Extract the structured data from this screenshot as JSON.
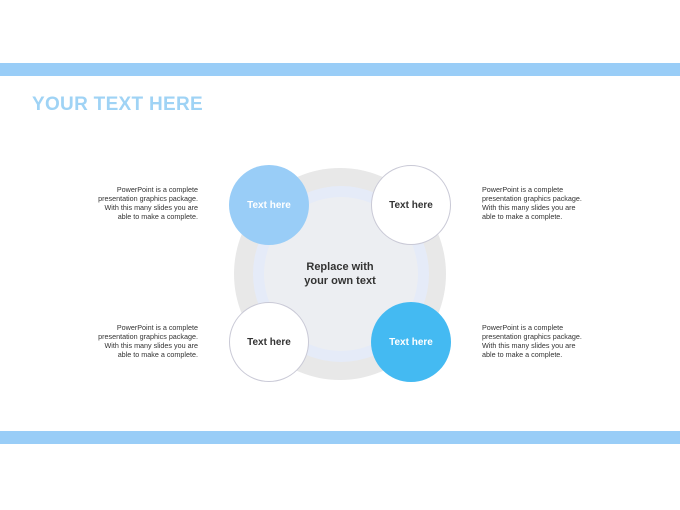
{
  "slide": {
    "title": "YOUR TEXT HERE",
    "center_label_line1": "Replace with",
    "center_label_line2": "your own text"
  },
  "nodes": [
    {
      "label": "Text here",
      "style": "light-blue-fill"
    },
    {
      "label": "Text here",
      "style": "white-outline"
    },
    {
      "label": "Text here",
      "style": "white-outline"
    },
    {
      "label": "Text here",
      "style": "bright-blue-fill"
    }
  ],
  "descriptions": [
    {
      "line1": "PowerPoint is a complete",
      "line2": "presentation graphics package.",
      "line3": "With this many slides you are",
      "line4": "able to make a complete."
    },
    {
      "line1": "PowerPoint is a complete",
      "line2": "presentation graphics package.",
      "line3": "With this many slides you are",
      "line4": "able to make a complete."
    },
    {
      "line1": "PowerPoint is a complete",
      "line2": "presentation graphics package.",
      "line3": "With this many slides you are",
      "line4": "able to make a complete."
    },
    {
      "line1": "PowerPoint is a complete",
      "line2": "presentation graphics package.",
      "line3": "With this many slides you are",
      "line4": "able to make a complete."
    }
  ],
  "colors": {
    "band": "#99cdf7",
    "title": "#9fd3f5",
    "node_light": "#99cdf7",
    "node_accent": "#44baf2",
    "outer_ring": "#e8e8e8",
    "inner_ring": "#e5ebf8"
  }
}
